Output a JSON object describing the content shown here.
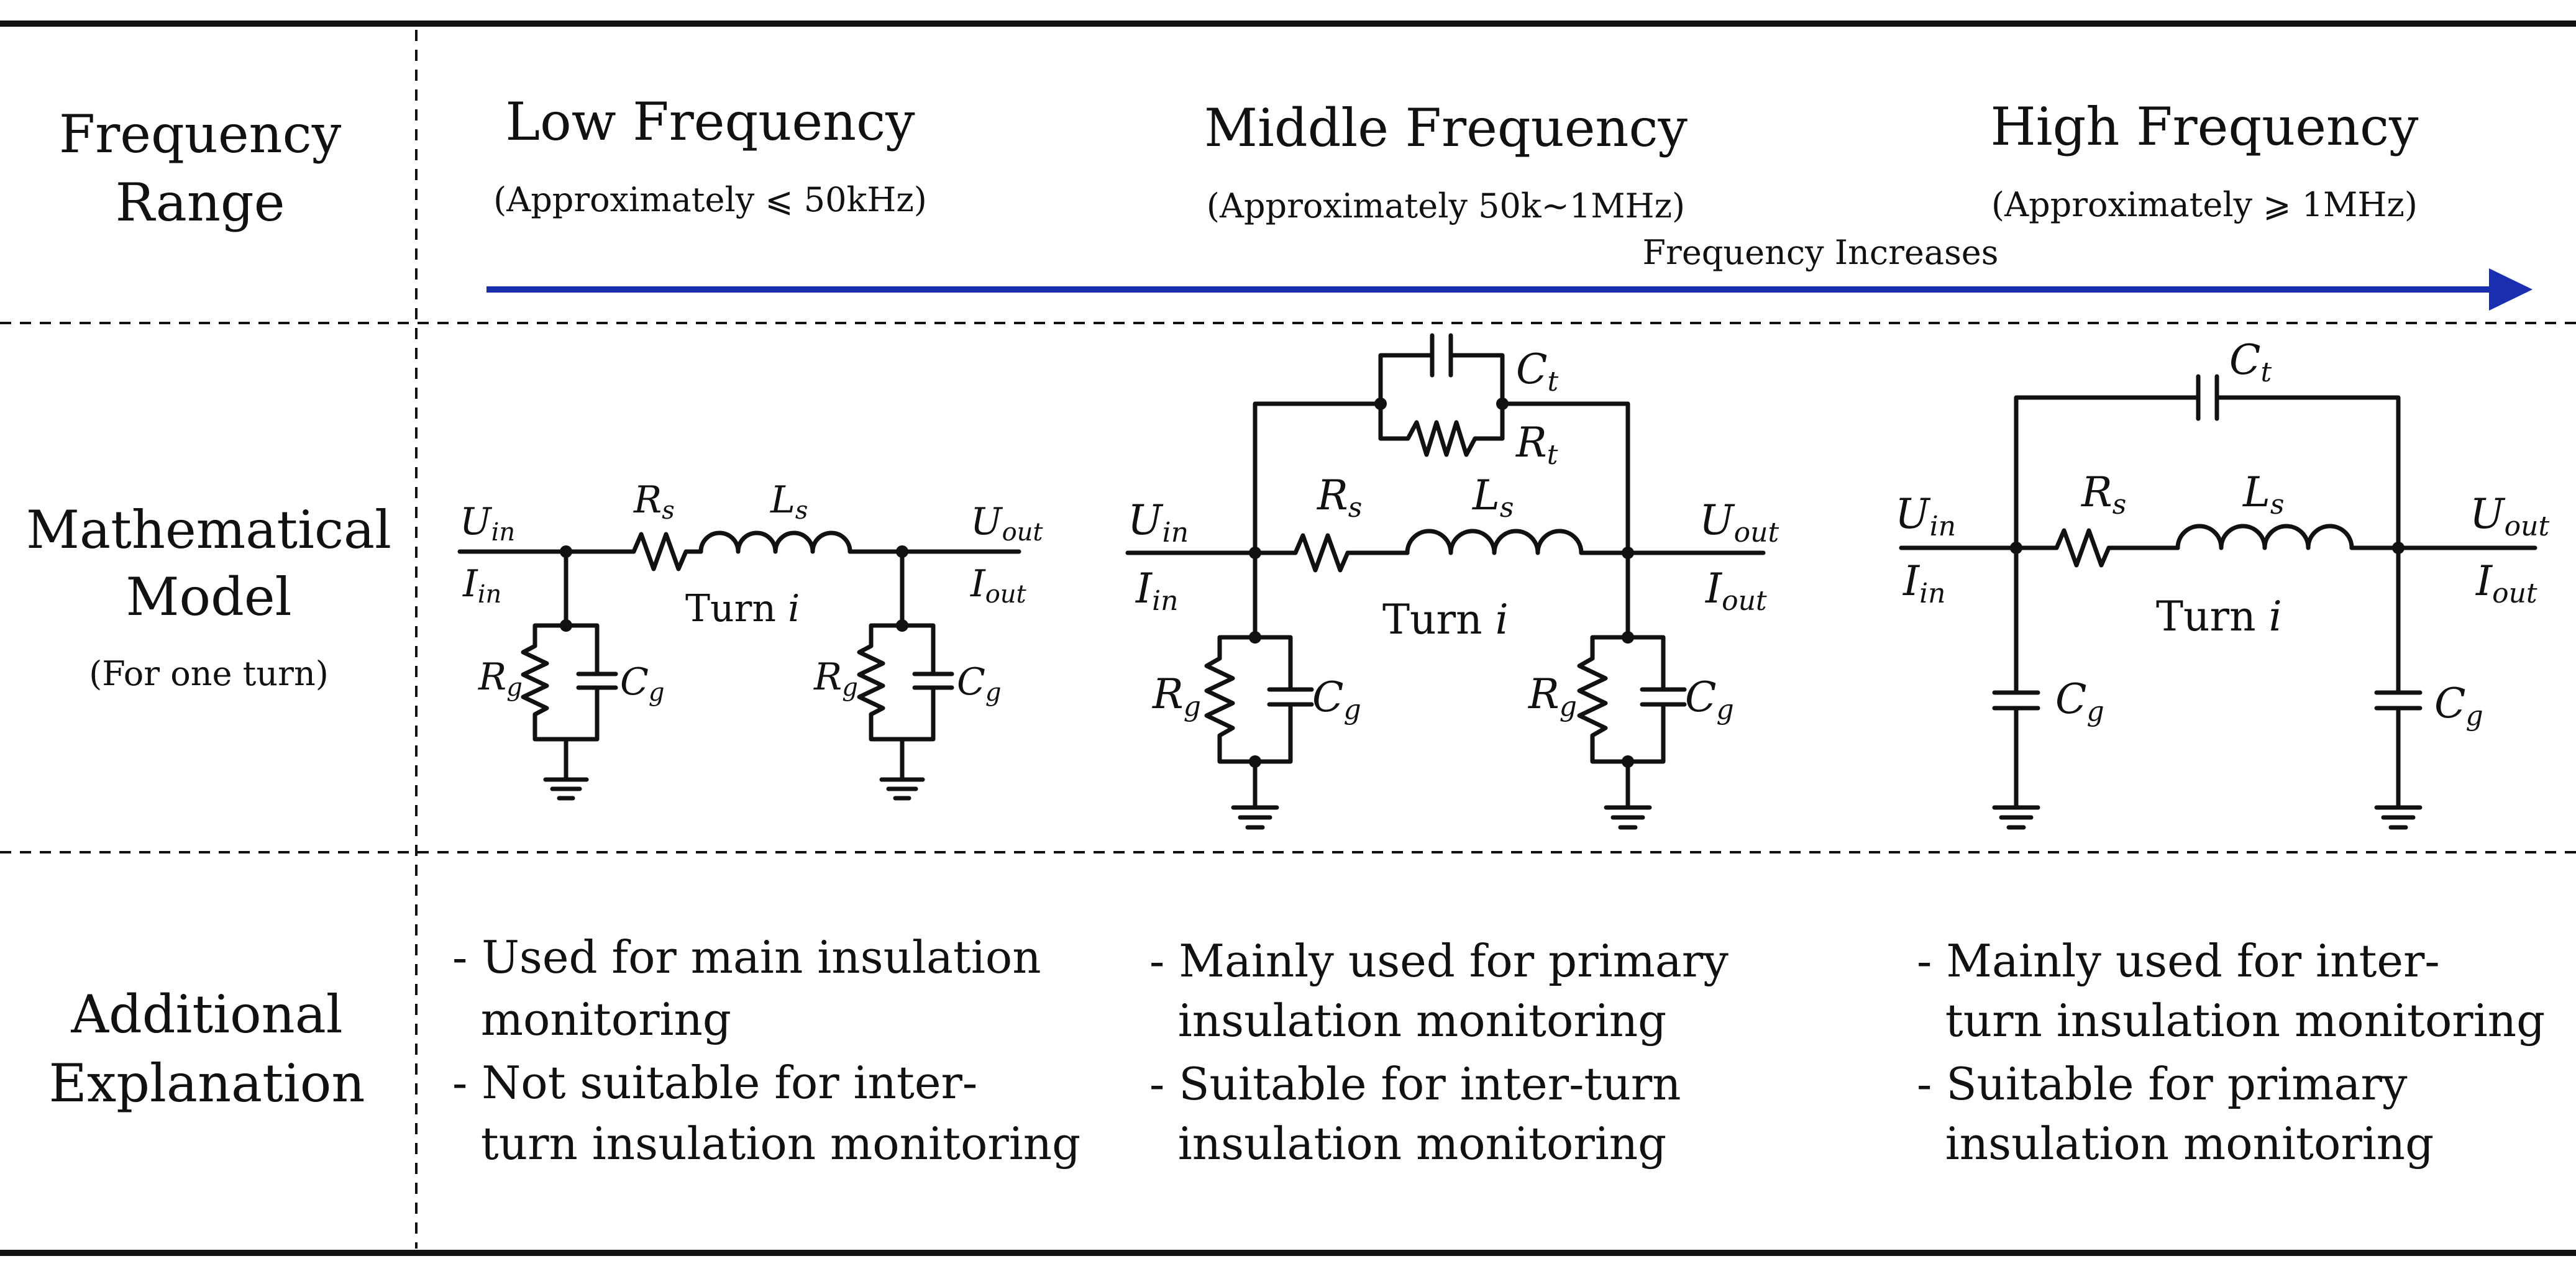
{
  "rows": {
    "frequency_range": [
      "Frequency",
      "Range"
    ],
    "mathematical_model": [
      "Mathematical",
      "Model"
    ],
    "mathematical_model_note": "(For one turn)",
    "additional_explanation": [
      "Additional",
      "Explanation"
    ]
  },
  "columns": [
    {
      "title": "Low Frequency",
      "range": "(Approximately ⩽ 50kHz)",
      "notes": [
        [
          "- Used for main insulation",
          "  monitoring"
        ],
        [
          "- Not suitable for inter-",
          "  turn insulation monitoring"
        ]
      ]
    },
    {
      "title": "Middle Frequency",
      "range": "(Approximately 50k~1MHz)",
      "notes": [
        [
          "- Mainly used for primary",
          "  insulation monitoring"
        ],
        [
          "- Suitable for inter-turn",
          "  insulation monitoring"
        ]
      ]
    },
    {
      "title": "High Frequency",
      "range": "(Approximately ⩾ 1MHz)",
      "notes": [
        [
          "- Mainly used for inter-",
          "  turn insulation monitoring"
        ],
        [
          "- Suitable for primary",
          "  insulation monitoring"
        ]
      ]
    }
  ],
  "arrow": {
    "label": "Frequency Increases",
    "color": "#1a2fb0"
  },
  "circuit_labels": {
    "u_in": [
      "U",
      "in"
    ],
    "u_out": [
      "U",
      "out"
    ],
    "i_in": [
      "I",
      "in"
    ],
    "i_out": [
      "I",
      "out"
    ],
    "r_s": [
      "R",
      "s"
    ],
    "l_s": [
      "L",
      "s"
    ],
    "r_g": [
      "R",
      "g"
    ],
    "c_g": [
      "C",
      "g"
    ],
    "c_t": [
      "C",
      "t"
    ],
    "r_t": [
      "R",
      "t"
    ],
    "turn": [
      "Turn ",
      "i"
    ]
  }
}
